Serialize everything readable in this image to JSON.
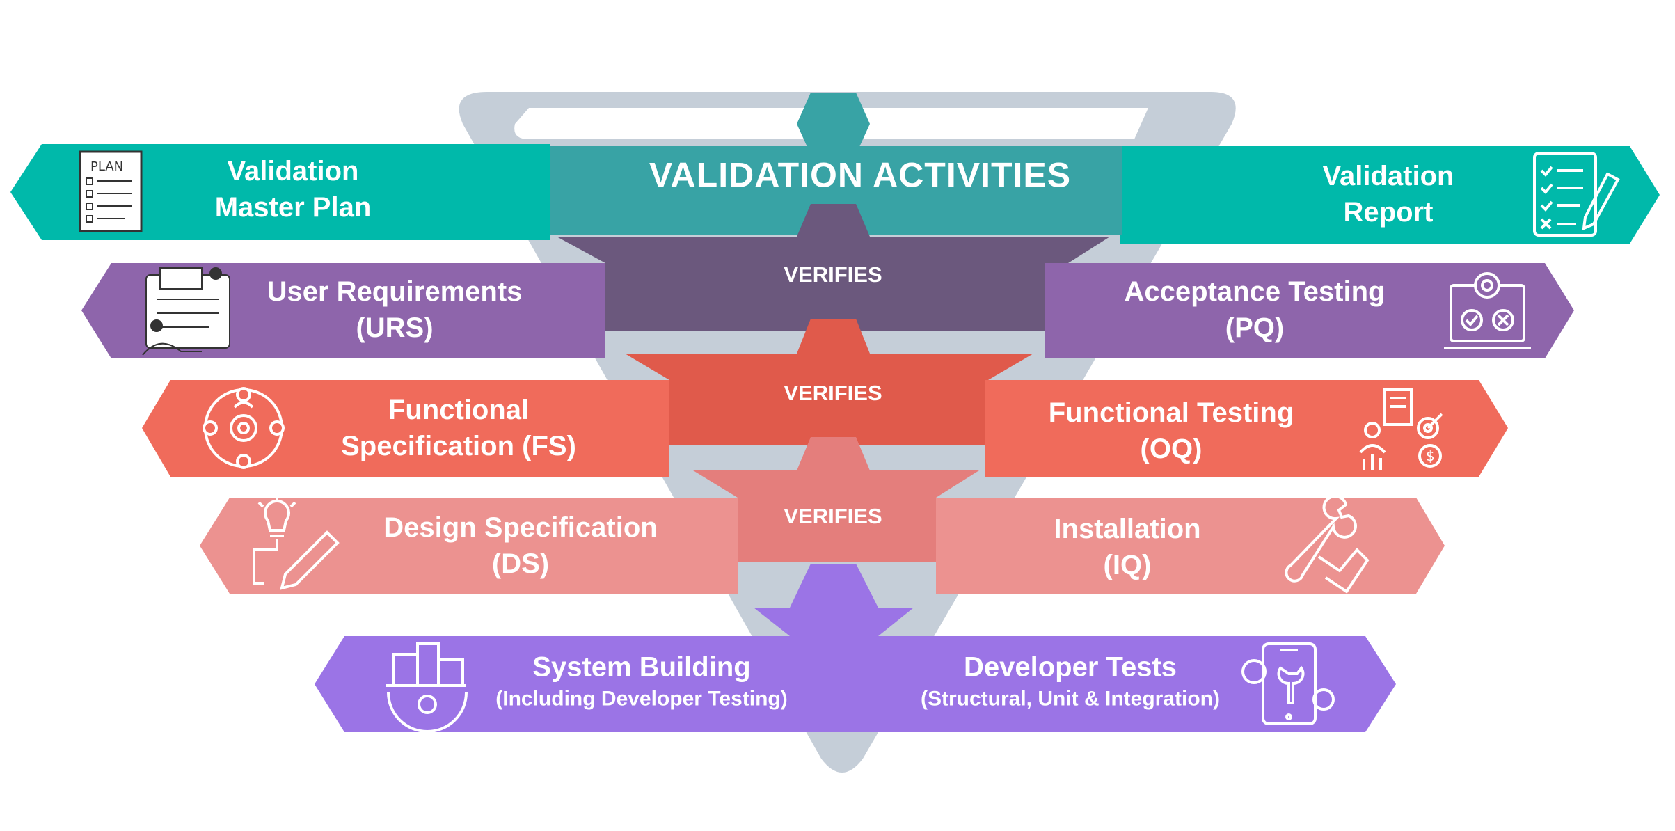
{
  "title": "VALIDATION ACTIVITIES",
  "verifies_label": "VERIFIES",
  "colors": {
    "teal": "#00b9aa",
    "teal_dark": "#38a3a5",
    "purple": "#8e65ab",
    "purple_dark": "#6b587d",
    "coral": "#f06b5b",
    "coral_dark": "#e05a4b",
    "salmon": "#ec9290",
    "salmon_dark": "#e47e7c",
    "violet": "#9b74e6",
    "funnel": "#c5ced8"
  },
  "left": [
    {
      "line1": "Validation",
      "line2": "Master Plan",
      "icon": "plan-document-icon"
    },
    {
      "line1": "User Requirements",
      "line2": "(URS)",
      "icon": "people-board-icon"
    },
    {
      "line1": "Functional",
      "line2": "Specification (FS)",
      "icon": "team-gear-icon"
    },
    {
      "line1": "Design Specification",
      "line2": "(DS)",
      "icon": "lightbulb-pencil-icon"
    }
  ],
  "right": [
    {
      "line1": "Validation",
      "line2": "Report",
      "icon": "checklist-pencil-icon"
    },
    {
      "line1": "Acceptance Testing",
      "line2": "(PQ)",
      "icon": "laptop-gear-icon"
    },
    {
      "line1": "Functional Testing",
      "line2": "(OQ)",
      "icon": "analytics-person-icon"
    },
    {
      "line1": "Installation",
      "line2": "(IQ)",
      "icon": "wrench-hand-icon"
    }
  ],
  "bottom": {
    "left_title": "System Building",
    "left_sub": "(Including Developer Testing)",
    "right_title": "Developer Tests",
    "right_sub": "(Structural, Unit & Integration)",
    "left_icon": "city-gear-icon",
    "right_icon": "phone-wrench-icon"
  }
}
